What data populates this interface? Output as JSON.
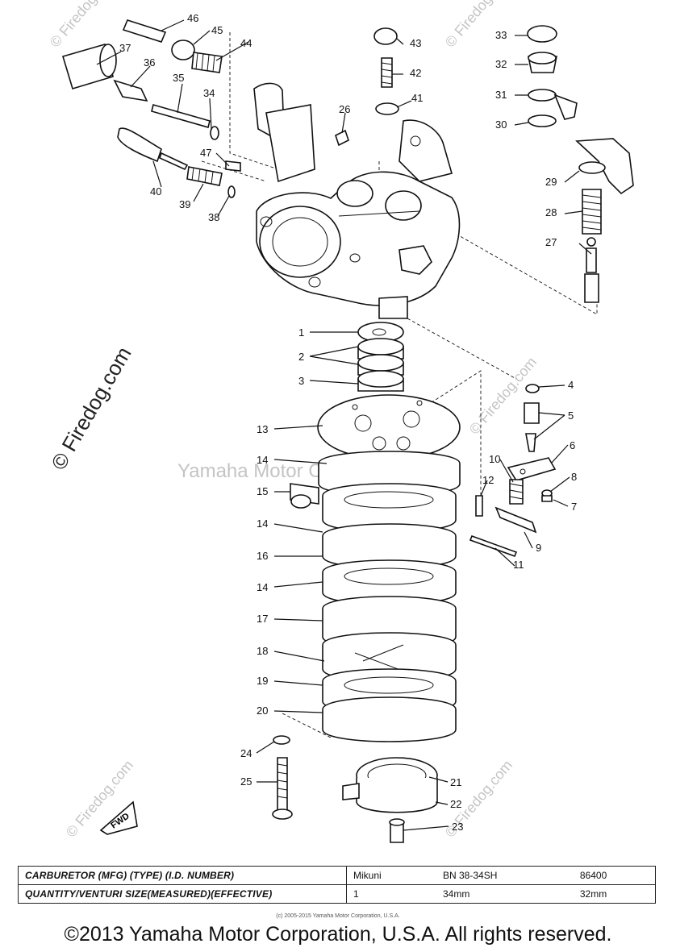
{
  "watermarks": {
    "center": "Yamaha Motor Corp., U.S.A.",
    "side": "© Firedog.com",
    "faint": "© Firedog.com"
  },
  "fwd_label": "FWD",
  "callouts": [
    "1",
    "2",
    "3",
    "4",
    "5",
    "6",
    "7",
    "8",
    "9",
    "10",
    "11",
    "12",
    "13",
    "14",
    "14",
    "14",
    "15",
    "16",
    "17",
    "18",
    "19",
    "20",
    "21",
    "22",
    "23",
    "24",
    "25",
    "26",
    "27",
    "28",
    "29",
    "30",
    "31",
    "32",
    "33",
    "34",
    "35",
    "36",
    "37",
    "38",
    "39",
    "40",
    "41",
    "42",
    "43",
    "44",
    "45",
    "46",
    "47"
  ],
  "table": {
    "row1_label": "CARBURETOR (MFG) (TYPE) (I.D. NUMBER)",
    "row1_mfg": "Mikuni",
    "row1_type": "BN 38-34SH",
    "row1_id": "86400",
    "row2_label": "QUANTITY/VENTURI SIZE(MEASURED)(EFFECTIVE)",
    "row2_qty": "1",
    "row2_measured": "34mm",
    "row2_effective": "32mm"
  },
  "small_copyright": "(c) 2005-2015 Yamaha Motor Corporation, U.S.A.",
  "copyright": "©2013 Yamaha Motor Corporation, U.S.A. All rights reserved."
}
